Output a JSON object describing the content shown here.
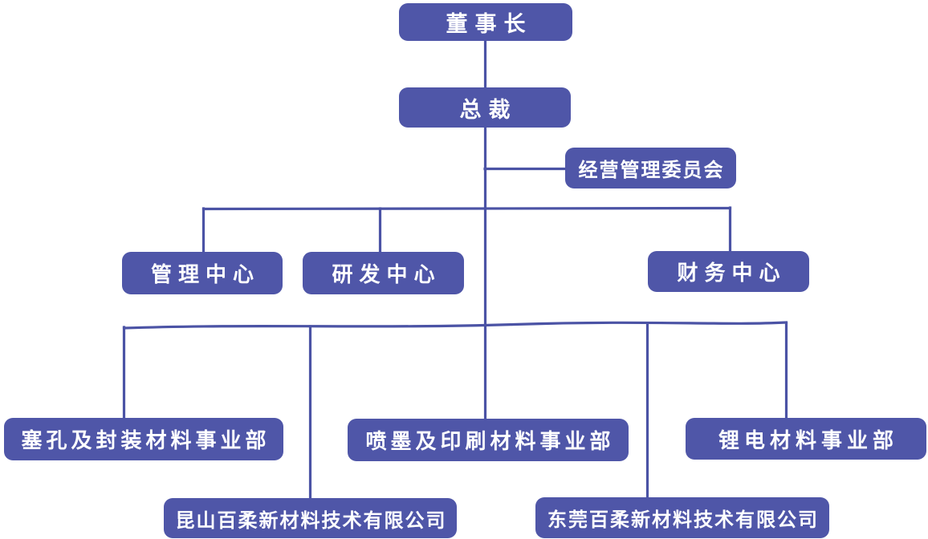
{
  "colors": {
    "box_fill": "#4f56a8",
    "connector": "#4b53a5",
    "text": "#ffffff",
    "background": "#ffffff"
  },
  "org": {
    "chairman": {
      "label": "董事长"
    },
    "president": {
      "label": "总裁"
    },
    "committee": {
      "label": "经营管理委员会"
    },
    "centers": [
      {
        "label": "管理中心"
      },
      {
        "label": "研发中心"
      },
      {
        "label": "财务中心"
      }
    ],
    "divisions": [
      {
        "label": "塞孔及封装材料事业部"
      },
      {
        "label": "喷墨及印刷材料事业部"
      },
      {
        "label": "锂电材料事业部"
      }
    ],
    "subsidiaries": [
      {
        "label": "昆山百柔新材料技术有限公司"
      },
      {
        "label": "东莞百柔新材料技术有限公司"
      }
    ]
  },
  "edges": [
    {
      "from": "董事长",
      "to": "总裁"
    },
    {
      "from": "总裁",
      "to": "经营管理委员会"
    },
    {
      "from": "总裁",
      "to": "管理中心"
    },
    {
      "from": "总裁",
      "to": "研发中心"
    },
    {
      "from": "总裁",
      "to": "财务中心"
    },
    {
      "from": "总裁",
      "to": "塞孔及封装材料事业部"
    },
    {
      "from": "总裁",
      "to": "喷墨及印刷材料事业部"
    },
    {
      "from": "总裁",
      "to": "锂电材料事业部"
    },
    {
      "from": "总裁",
      "to": "昆山百柔新材料技术有限公司"
    },
    {
      "from": "总裁",
      "to": "东莞百柔新材料技术有限公司"
    }
  ]
}
